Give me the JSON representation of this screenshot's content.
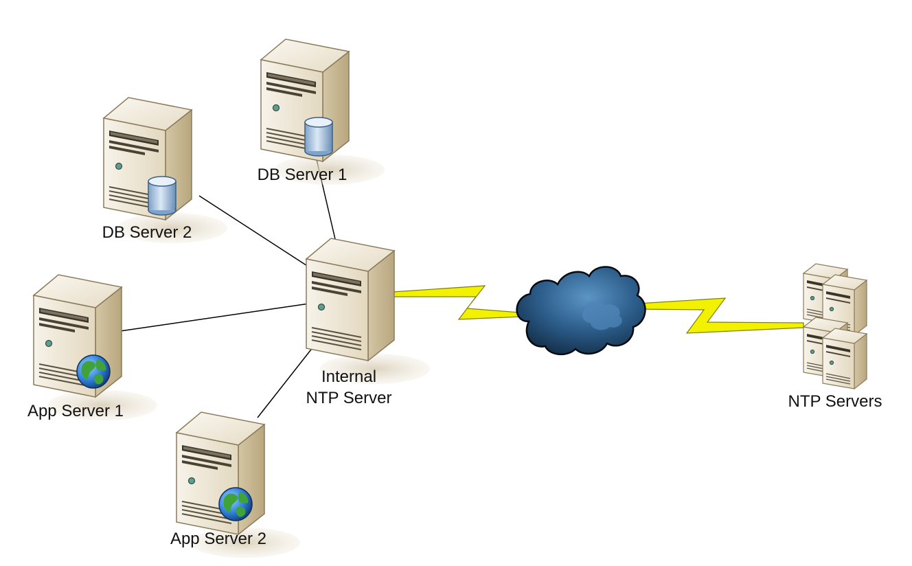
{
  "diagram": {
    "nodes": {
      "db_server_1": {
        "label": "DB Server 1",
        "type": "database-server"
      },
      "db_server_2": {
        "label": "DB Server 2",
        "type": "database-server"
      },
      "app_server_1": {
        "label": "App Server 1",
        "type": "web-application-server"
      },
      "app_server_2": {
        "label": "App Server 2",
        "type": "web-application-server"
      },
      "internal_ntp": {
        "label_line1": "Internal",
        "label_line2": "NTP Server",
        "type": "server"
      },
      "internet": {
        "type": "cloud"
      },
      "ntp_servers": {
        "label": "NTP Servers",
        "type": "server-cluster"
      }
    },
    "links": [
      {
        "from": "db_server_1",
        "to": "internal_ntp",
        "style": "line"
      },
      {
        "from": "db_server_2",
        "to": "internal_ntp",
        "style": "line"
      },
      {
        "from": "app_server_1",
        "to": "internal_ntp",
        "style": "line"
      },
      {
        "from": "app_server_2",
        "to": "internal_ntp",
        "style": "line"
      },
      {
        "from": "internal_ntp",
        "to": "internet",
        "style": "lightning"
      },
      {
        "from": "internet",
        "to": "ntp_servers",
        "style": "lightning"
      }
    ],
    "colors": {
      "server_body": "#e7dcc4",
      "lightning": "#f2f200",
      "cloud": "#2a5a86",
      "database": "#a9c6e6",
      "globe": "#2f7fd8"
    }
  }
}
